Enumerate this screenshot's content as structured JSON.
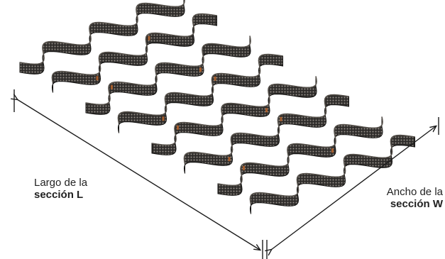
{
  "colors": {
    "strip": "#2b2927",
    "strip_edge": "#141312",
    "strip_top": "#55504a",
    "perforation": "#8c8781",
    "joint": "#b0612b",
    "arrow": "#1c1c1c"
  },
  "labels": {
    "length": {
      "line1": "Largo de la",
      "line2": "sección L"
    },
    "width": {
      "line1": "Ancho de la",
      "line2": "sección W"
    }
  },
  "icons": [
    "dimension-arrow-length",
    "dimension-arrow-width",
    "geocell-grid-illustration"
  ]
}
